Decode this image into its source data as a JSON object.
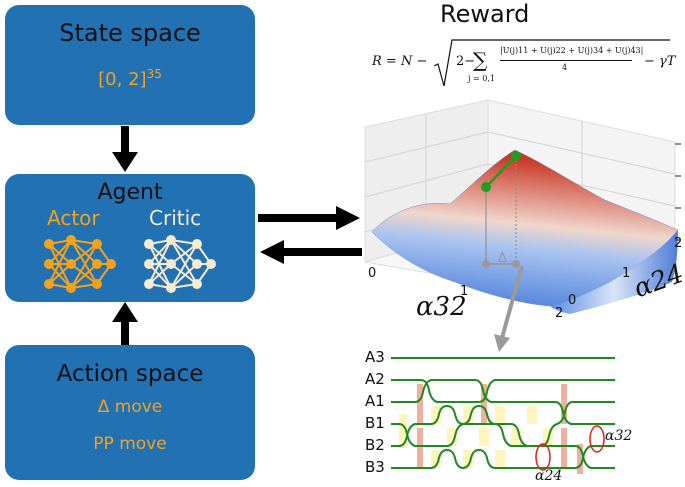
{
  "state_box": {
    "title": "State space",
    "value": "[0, 2]",
    "exponent": "35"
  },
  "agent_box": {
    "title": "Agent",
    "actor_label": "Actor",
    "critic_label": "Critic"
  },
  "action_box": {
    "title": "Action space",
    "move1": "Δ move",
    "move2": "PP move"
  },
  "reward": {
    "title": "Reward",
    "formula_lhs": "R = N −",
    "formula_sum_sub": "j = 0,1",
    "formula_numerator": "|U(j)11 + U(j)22 + U(j)34 + U(j)43|",
    "formula_denominator": "4",
    "formula_tail": "− γT"
  },
  "plot3d": {
    "x_axis_label": "α32",
    "y_axis_label": "α24",
    "x_ticks": [
      "0",
      "1",
      "2"
    ],
    "y_ticks": [
      "0",
      "1",
      "2"
    ],
    "delta_label": "Δ"
  },
  "braid": {
    "rows": [
      "A3",
      "A2",
      "A1",
      "B1",
      "B2",
      "B3"
    ],
    "label_right": "α32",
    "label_bottom": "α24"
  },
  "colors": {
    "box": "#2271b3",
    "actor": "#f5a21b",
    "critic": "#f6ead2",
    "arrow": "#000000",
    "path": "#1f9e1f",
    "surface_low": "#3f74d8",
    "surface_high": "#c83a28"
  }
}
